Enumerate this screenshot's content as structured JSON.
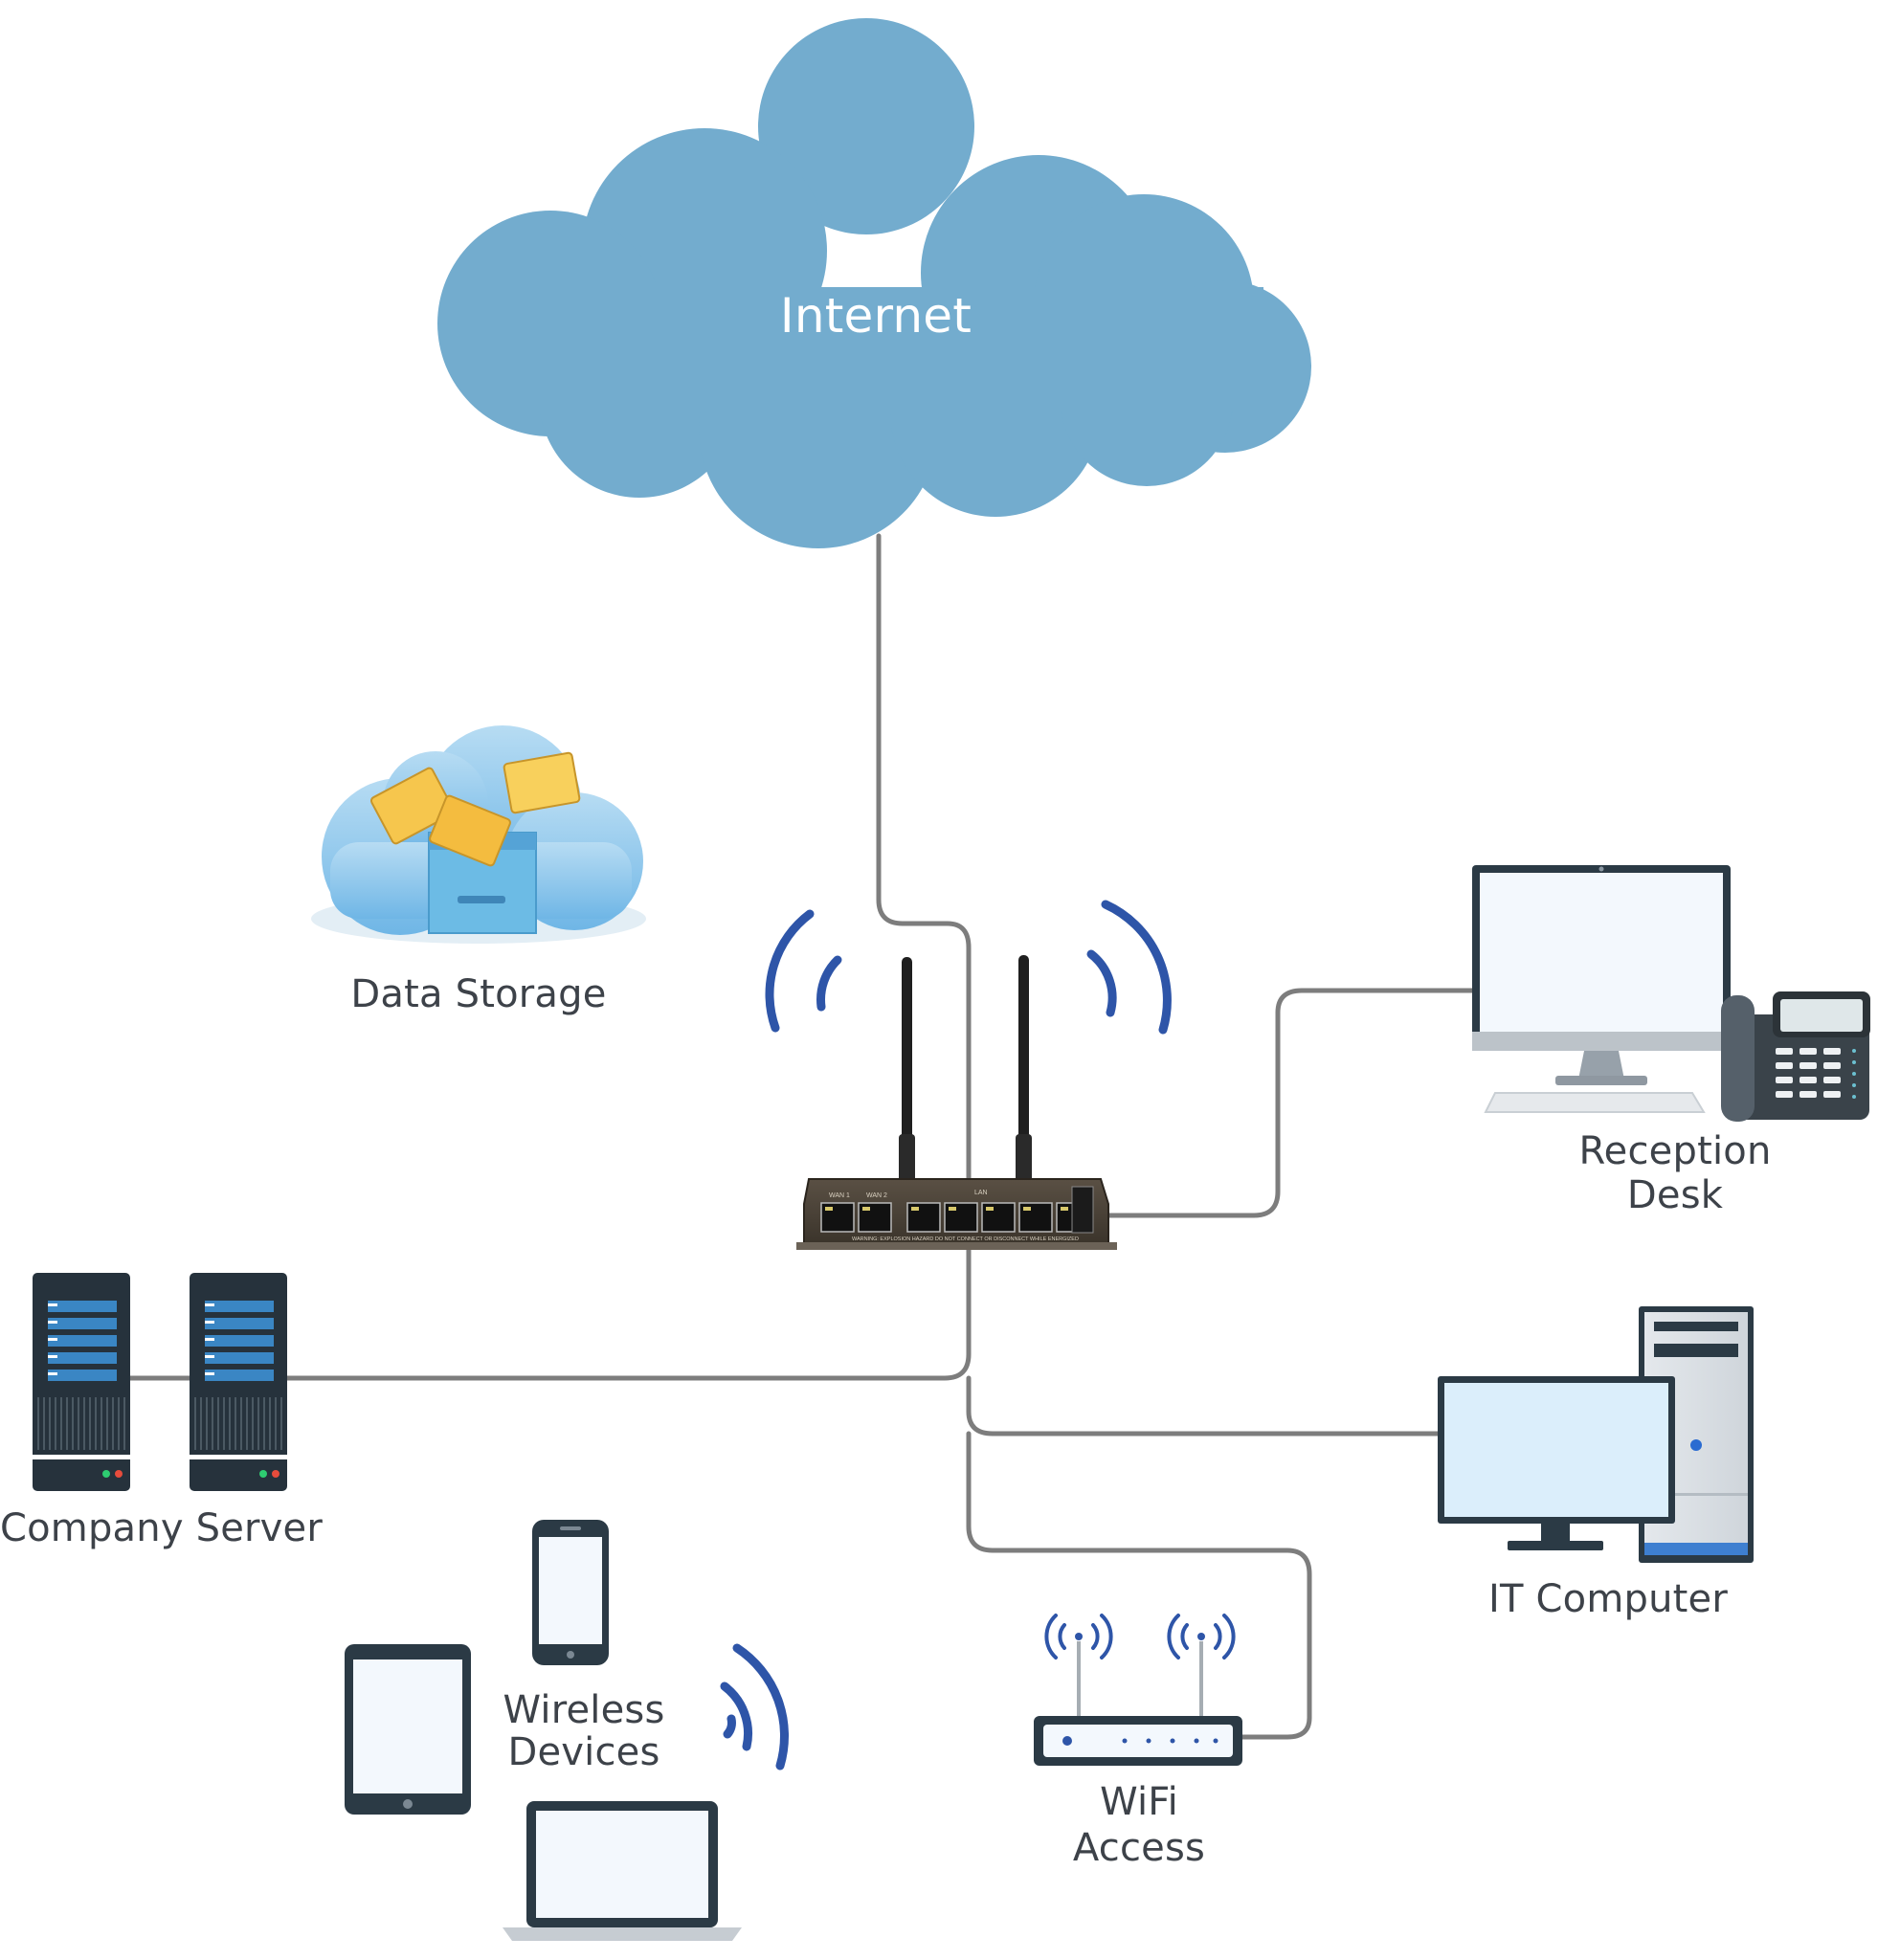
{
  "labels": {
    "internet": "Internet",
    "data_storage": "Data Storage",
    "reception_desk_l1": "Reception",
    "reception_desk_l2": "Desk",
    "it_computer": "IT Computer",
    "company_server": "Company Server",
    "wireless_devices_l1": "Wireless",
    "wireless_devices_l2": "Devices",
    "wifi_access_l1": "WiFi",
    "wifi_access_l2": "Access"
  },
  "router_panel": {
    "wan1": "WAN 1",
    "wan2": "WAN 2",
    "lan": "LAN",
    "warning": "WARNING: EXPLOSION HAZARD DO NOT CONNECT OR DISCONNECT WHILE ENERGIZED"
  },
  "colors": {
    "cloud": "#73acce",
    "cable": "#7d7d7d",
    "signal": "#2e55a8",
    "device_dark": "#2b3a45",
    "screen": "#f3f8fd",
    "server_blue": "#3a86c4",
    "label_text": "#3d4249"
  },
  "icons": [
    "internet-cloud-icon",
    "data-storage-icon",
    "router-icon",
    "reception-desk-icon",
    "it-computer-icon",
    "company-server-icon",
    "smartphone-icon",
    "tablet-icon",
    "laptop-icon",
    "wifi-access-point-icon"
  ]
}
